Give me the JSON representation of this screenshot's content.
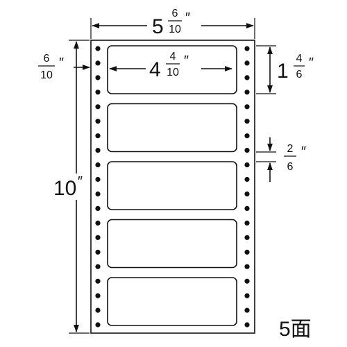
{
  "sheet": {
    "label_count": 5,
    "holes_per_side": 20
  },
  "dimensions": {
    "sheet_width": {
      "whole": "5",
      "num": "6",
      "den": "10",
      "unit": "″"
    },
    "label_width": {
      "whole": "4",
      "num": "4",
      "den": "10",
      "unit": "″"
    },
    "label_height": {
      "whole": "1",
      "num": "4",
      "den": "6",
      "unit": "″"
    },
    "label_gap": {
      "num": "2",
      "den": "6",
      "unit": "″"
    },
    "margin": {
      "num": "6",
      "den": "10",
      "unit": "″"
    },
    "sheet_height": {
      "text": "10",
      "unit": "″"
    }
  },
  "layout_label": "5面"
}
